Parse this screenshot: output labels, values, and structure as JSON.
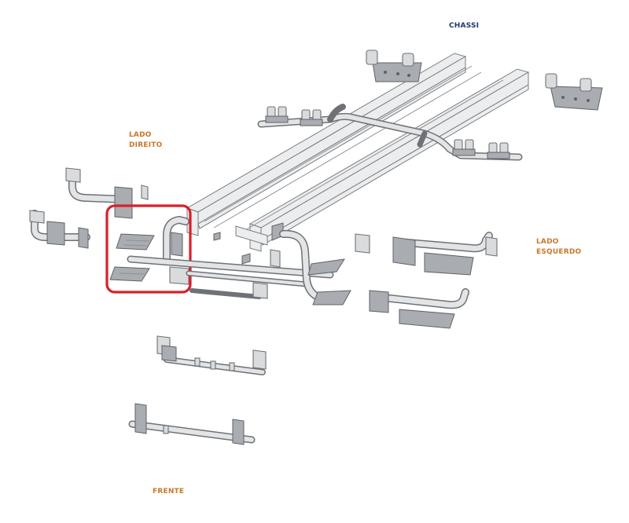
{
  "labels": {
    "chassis": "CHASSI",
    "right_side_line1": "LADO",
    "right_side_line2": "DIREITO",
    "left_side_line1": "LADO",
    "left_side_line2": "ESQUERDO",
    "front": "FRENTE"
  },
  "colors": {
    "label_orange": "#c7792a",
    "label_navy": "#1f3a68",
    "highlight_red": "#d8202c",
    "part_gray": "#d9dbdd",
    "outline_gray": "#6e7276"
  }
}
